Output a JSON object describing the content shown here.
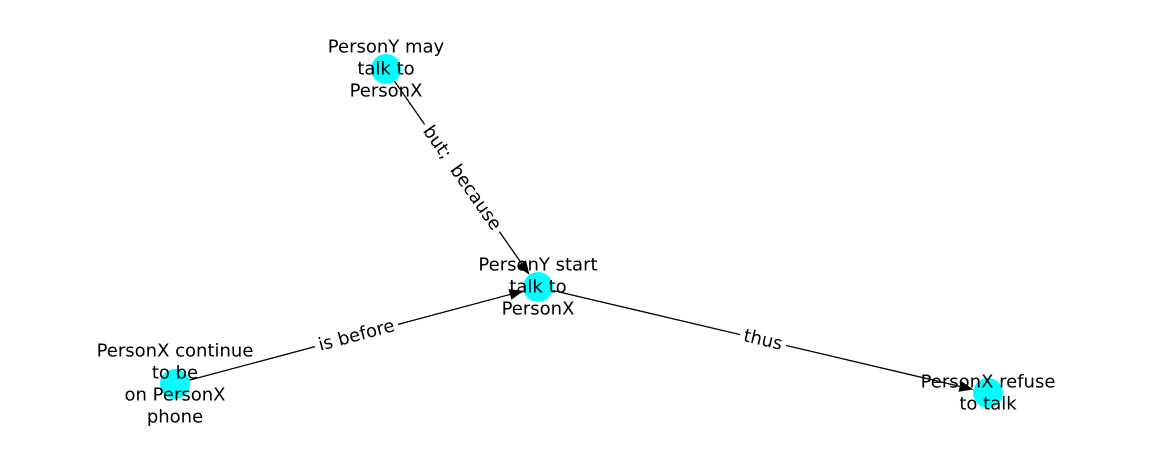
{
  "graph": {
    "node_color": "#00ffff",
    "edge_color": "#000000",
    "nodes": [
      {
        "id": "n1",
        "lines": [
          "PersonY may",
          "talk to",
          "PersonX"
        ]
      },
      {
        "id": "n2",
        "lines": [
          "PersonY start",
          "talk to",
          "PersonX"
        ]
      },
      {
        "id": "n3",
        "lines": [
          "PersonX continue",
          "to be",
          "on PersonX",
          "phone"
        ]
      },
      {
        "id": "n4",
        "lines": [
          "PersonX refuse",
          "to talk"
        ]
      }
    ],
    "edges": [
      {
        "from": "n1",
        "to": "n2",
        "label": "but;  because"
      },
      {
        "from": "n3",
        "to": "n2",
        "label": "is before"
      },
      {
        "from": "n2",
        "to": "n4",
        "label": "thus"
      }
    ]
  }
}
